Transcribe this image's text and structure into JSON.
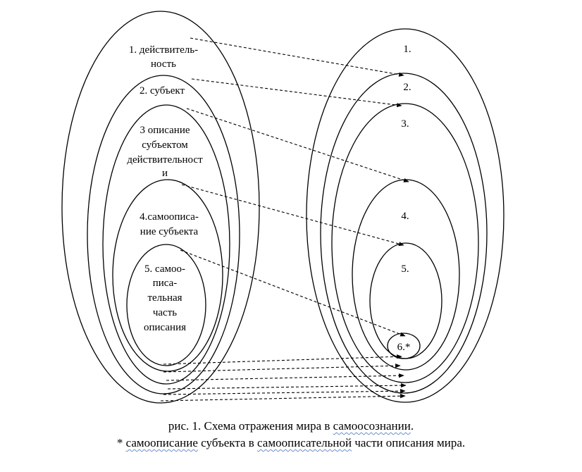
{
  "left_labels": {
    "l1_a": "1. действитель-",
    "l1_b": "ность",
    "l2": "2. субъект",
    "l3_a": "3 описание",
    "l3_b": "субъектом",
    "l3_c": "действительност",
    "l3_d": "и",
    "l4_a": "4.самоописа-",
    "l4_b": "ние субъекта",
    "l5_a": "5. самоо-",
    "l5_b": "писа-",
    "l5_c": "тельная",
    "l5_d": "часть",
    "l5_e": "описания"
  },
  "right_labels": {
    "r1": "1.",
    "r2": "2.",
    "r3": "3.",
    "r4": "4.",
    "r5": "5.",
    "r6": "6.*"
  },
  "caption": {
    "line1_a": "рис. 1. Схема отражения мира в ",
    "line1_b": "самоосознании",
    "line1_c": ".",
    "line2_a": "* ",
    "line2_b": "самоописание",
    "line2_c": " субъекта в ",
    "line2_d": "самоописательной",
    "line2_e": " части описания мира."
  },
  "colors": {
    "stroke": "#000000",
    "spellcheck_underline": "#6c8fc7"
  }
}
